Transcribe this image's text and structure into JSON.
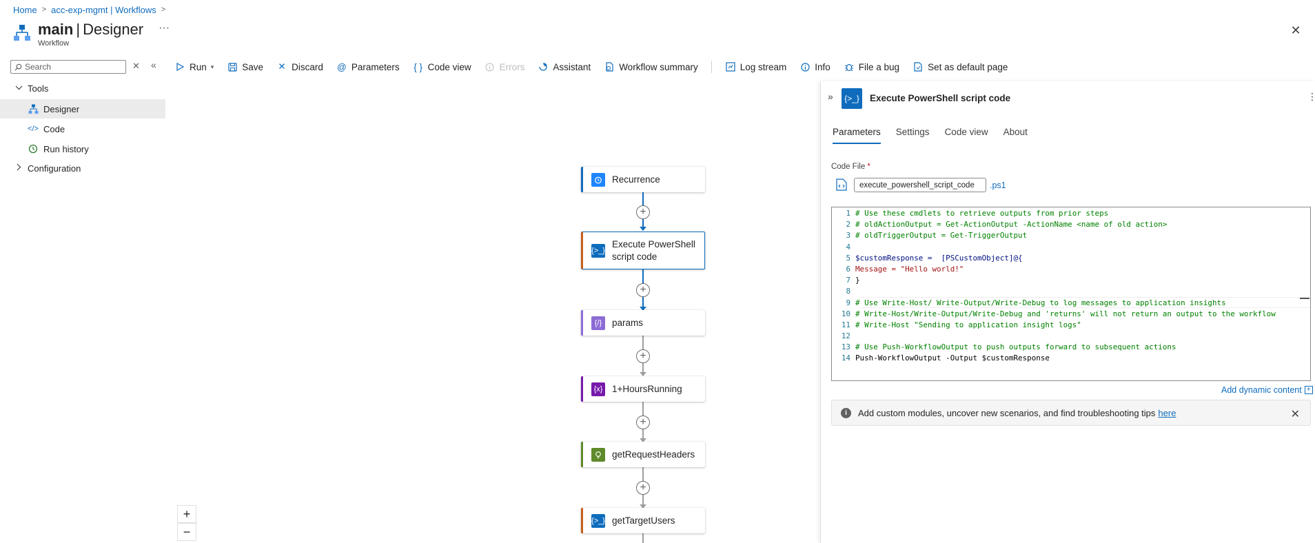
{
  "breadcrumb": {
    "home": "Home",
    "workflows": "acc-exp-mgmt | Workflows"
  },
  "header": {
    "name": "main",
    "pipe": "|",
    "page": "Designer",
    "subtitle": "Workflow",
    "more": "···",
    "close": "✕"
  },
  "sidebar": {
    "search_placeholder": "Search",
    "items": [
      {
        "label": "Tools"
      },
      {
        "label": "Designer"
      },
      {
        "label": "Code"
      },
      {
        "label": "Run history"
      },
      {
        "label": "Configuration"
      }
    ]
  },
  "toolbar": {
    "run": "Run",
    "save": "Save",
    "discard": "Discard",
    "parameters": "Parameters",
    "code_view": "Code view",
    "errors": "Errors",
    "assistant": "Assistant",
    "workflow_summary": "Workflow summary",
    "log_stream": "Log stream",
    "info": "Info",
    "file_bug": "File a bug",
    "set_default": "Set as default page"
  },
  "workflow_nodes": [
    {
      "label": "Recurrence",
      "icon": "clock-icon",
      "color": "#1f85ff"
    },
    {
      "label": "Execute PowerShell script code",
      "icon": "powershell-icon",
      "color": "#0f6cbd"
    },
    {
      "label": "params",
      "icon": "compose-icon",
      "color": "#8c6cd6"
    },
    {
      "label": "1+HoursRunning",
      "icon": "variable-icon",
      "color": "#7719aa"
    },
    {
      "label": "getRequestHeaders",
      "icon": "bulb-icon",
      "color": "#5e8a2a"
    },
    {
      "label": "getTargetUsers",
      "icon": "powershell-icon",
      "color": "#0f6cbd"
    }
  ],
  "zoom": {
    "in": "+",
    "out": "−"
  },
  "panel": {
    "title": "Execute PowerShell script code",
    "tabs": [
      {
        "label": "Parameters"
      },
      {
        "label": "Settings"
      },
      {
        "label": "Code view"
      },
      {
        "label": "About"
      }
    ],
    "code_file_label": "Code File",
    "required_mark": "*",
    "file_name": "execute_powershell_script_code",
    "file_ext": ".ps1",
    "code_lines": [
      {
        "n": "1",
        "text": "# Use these cmdlets to retrieve outputs from prior steps"
      },
      {
        "n": "2",
        "text": "# oldActionOutput = Get-ActionOutput -ActionName <name of old action>"
      },
      {
        "n": "3",
        "text": "# oldTriggerOutput = Get-TriggerOutput"
      },
      {
        "n": "4",
        "text": ""
      },
      {
        "n": "5",
        "text": "$customResponse =  [PSCustomObject]@{"
      },
      {
        "n": "6",
        "text": "Message = \"Hello world!\""
      },
      {
        "n": "7",
        "text": "}"
      },
      {
        "n": "8",
        "text": ""
      },
      {
        "n": "9",
        "text": "# Use Write-Host/ Write-Output/Write-Debug to log messages to application insights"
      },
      {
        "n": "10",
        "text": "# Write-Host/Write-Output/Write-Debug and 'returns' will not return an output to the workflow"
      },
      {
        "n": "11",
        "text": "# Write-Host \"Sending to application insight logs\""
      },
      {
        "n": "12",
        "text": ""
      },
      {
        "n": "13",
        "text": "# Use Push-WorkflowOutput to push outputs forward to subsequent actions"
      },
      {
        "n": "14",
        "text": "Push-WorkflowOutput -Output $customResponse"
      }
    ],
    "add_dynamic": "Add dynamic content",
    "info_text": "Add custom modules, uncover new scenarios, and find troubleshooting tips",
    "info_link": "here"
  },
  "colors": {
    "accent": "#0f6cbd",
    "selected_node_border": "#c7601c"
  }
}
